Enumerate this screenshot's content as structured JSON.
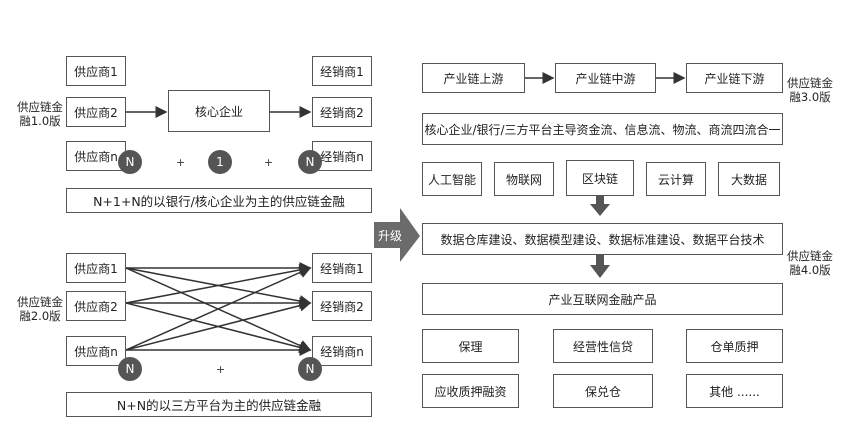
{
  "v1": {
    "suppliers": [
      "供应商1",
      "供应商2",
      "供应商n"
    ],
    "core": "核心企业",
    "dealers": [
      "经销商1",
      "经销商2",
      "经销商n"
    ],
    "badges": [
      "N",
      "1",
      "N"
    ],
    "plus": [
      "+",
      "+"
    ],
    "caption": "N+1+N的以银行/核心企业为主的供应链金融",
    "label": [
      "供应链金",
      "融1.0版"
    ]
  },
  "v2": {
    "suppliers": [
      "供应商1",
      "供应商2",
      "供应商n"
    ],
    "dealers": [
      "经销商1",
      "经销商2",
      "经销商n"
    ],
    "badges": [
      "N",
      "N"
    ],
    "plus": "+",
    "caption": "N+N的以三方平台为主的供应链金融",
    "label": [
      "供应链金",
      "融2.0版"
    ]
  },
  "upgrade": "升级",
  "v3": {
    "chain": [
      "产业链上游",
      "产业链中游",
      "产业链下游"
    ],
    "flows": "核心企业/银行/三方平台主导资金流、信息流、物流、商流四流合一",
    "tech": [
      "人工智能",
      "物联网",
      "区块链",
      "云计算",
      "大数据"
    ],
    "label": [
      "供应链金",
      "融3.0版"
    ]
  },
  "v4": {
    "data": "数据仓库建设、数据模型建设、数据标准建设、数据平台技术",
    "product": "产业互联网金融产品",
    "items": [
      "保理",
      "经营性信贷",
      "仓单质押",
      "应收质押融资",
      "保兑仓",
      "其他 ......"
    ],
    "label": [
      "供应链金",
      "融4.0版"
    ]
  }
}
